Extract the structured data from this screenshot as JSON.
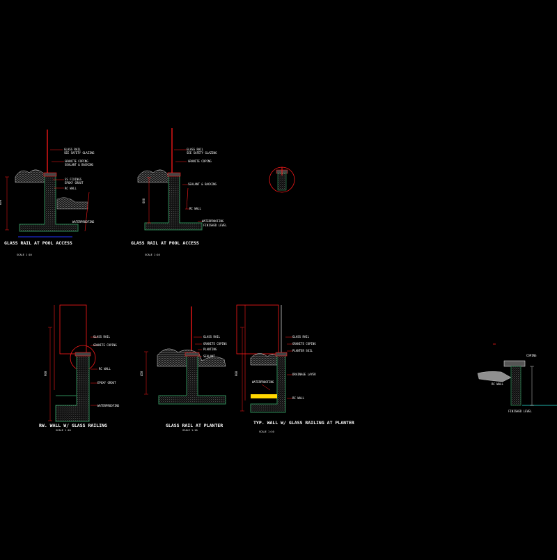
{
  "drawing": {
    "background": "#000000",
    "colors": {
      "wall": "#2e8b57",
      "concrete": "#9a9a9a",
      "rail": "#ff1a1a",
      "leader": "#ff1a1a",
      "water": "#2233ff",
      "edge": "#ffffff",
      "membrane": "#ffd700",
      "ground": "#20b2aa"
    }
  },
  "details": [
    {
      "id": "a",
      "labels": [
        "GLASS RAIL",
        "SEE SAFETY GLAZING",
        "GRANITE COPING",
        "SEALANT & BACKING",
        "SS FIXINGS",
        "EPOXY GROUT",
        "RC WALL",
        "WATERPROOFING"
      ],
      "title": "GLASS RAIL AT POOL ACCESS",
      "scale": "SCALE 1:10",
      "dim": "600"
    },
    {
      "id": "b",
      "labels": [
        "GLASS RAIL",
        "SEE SAFETY GLAZING",
        "GRANITE COPING",
        "SEALANT & BACKING",
        "RC WALL",
        "WATERPROOFING",
        "FINISHED LEVEL"
      ],
      "title": "GLASS RAIL AT POOL ACCESS",
      "scale": "SCALE 1:10",
      "dim": "600"
    },
    {
      "id": "c",
      "labels": [
        "GLASS RAIL",
        "GRANITE COPING",
        "RC WALL",
        "EPOXY GROUT",
        "WATERPROOFING"
      ],
      "title": "RW. WALL W/ GLASS RAILING",
      "scale": "SCALE 1:10",
      "dim": "900"
    },
    {
      "id": "d",
      "labels": [
        "GLASS RAIL",
        "GRANITE COPING",
        "PLANTING",
        "SEALANT"
      ],
      "title": "GLASS RAIL AT PLANTER",
      "scale": "SCALE 1:10",
      "dim": "450"
    },
    {
      "id": "e",
      "labels": [
        "GLASS RAIL",
        "GRANITE COPING",
        "PLANTER SOIL",
        "DRAINAGE LAYER",
        "WATERPROOFING",
        "RC WALL"
      ],
      "title": "TYP. WALL W/ GLASS RAILING AT PLANTER",
      "scale": "SCALE 1:10",
      "dim": "900"
    },
    {
      "id": "f",
      "labels": [
        "COPING",
        "RC WALL",
        "FINISHED LEVEL"
      ],
      "title": "",
      "scale": "",
      "dim": ""
    }
  ]
}
